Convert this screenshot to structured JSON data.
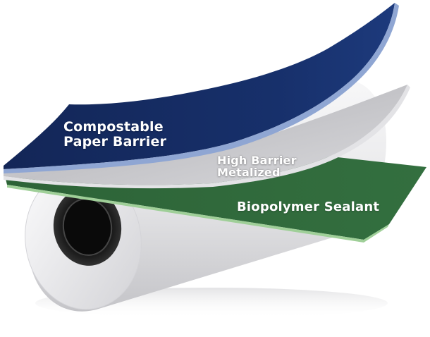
{
  "layers": {
    "paper_barrier": {
      "line1": "Compostable",
      "line2": "Paper Barrier",
      "color": "#14285e"
    },
    "metalized": {
      "line1": "High Barrier",
      "line2": "Metalized",
      "color": "#c9c9cc"
    },
    "sealant": {
      "label": "Biopolymer Sealant",
      "color": "#2f6a3b"
    }
  },
  "roll": {
    "color": "#ececee",
    "core_color": "#1e1e1e"
  }
}
